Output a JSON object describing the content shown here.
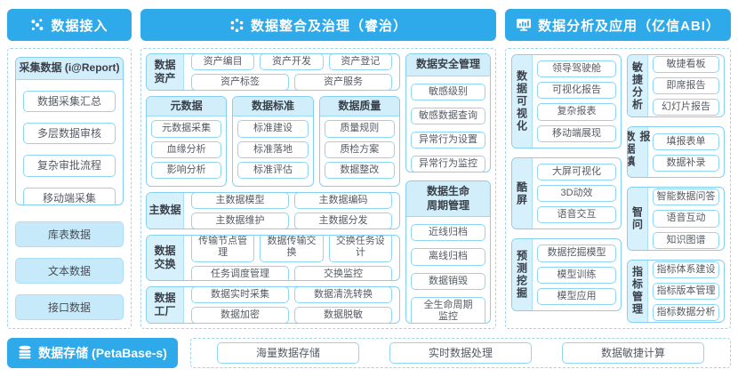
{
  "colors": {
    "accent": "#2EA9E9",
    "panel_border": "#84CFF3",
    "panel_fill": "#D2EEFB",
    "chip_border": "#8FD6F5",
    "fill_button_bg": "#C7EAFA",
    "dashed_border": "#9FD4EC",
    "text": "#4A5058"
  },
  "access": {
    "title": "数据接入",
    "icon": "network-dots-icon",
    "panel": {
      "title": "采集数据 (i@Report)",
      "items": [
        "数据采集汇总",
        "多层数据审核",
        "复杂审批流程",
        "移动端采集"
      ]
    },
    "source_buttons": [
      "库表数据",
      "文本数据",
      "接口数据"
    ]
  },
  "governance": {
    "title": "数据整合及治理（睿治）",
    "icon": "dots-cluster-icon",
    "rows": [
      {
        "label": "数据\n资产",
        "items": [
          "资产编目",
          "资产开发",
          "资产登记",
          "资产标签",
          "资产服务"
        ]
      },
      {
        "label": "主数据",
        "items": [
          "主数据模型",
          "主数据编码",
          "主数据维护",
          "主数据分发"
        ]
      },
      {
        "label": "数据\n交换",
        "items": [
          "传输节点管理",
          "数据传输交换",
          "交换任务设计",
          "任务调度管理",
          "交换监控"
        ]
      },
      {
        "label": "数据\n工厂",
        "items": [
          "数据实时采集",
          "数据清洗转换",
          "数据加密",
          "数据脱敏"
        ]
      }
    ],
    "panels": [
      {
        "title": "元数据",
        "items": [
          "元数据采集",
          "血缘分析",
          "影响分析"
        ]
      },
      {
        "title": "数据标准",
        "items": [
          "标准建设",
          "标准落地",
          "标准评估"
        ]
      },
      {
        "title": "数据质量",
        "items": [
          "质量规则",
          "质检方案",
          "数据整改"
        ]
      }
    ],
    "security": {
      "title": "数据安全管理",
      "items": [
        "敏感级别",
        "敏感数据查询",
        "异常行为设置",
        "异常行为监控"
      ]
    },
    "lifecycle": {
      "title": "数据生命\n周期管理",
      "items": [
        "近线归档",
        "离线归档",
        "数据销毁",
        "全生命周期\n监控"
      ]
    }
  },
  "analysis": {
    "title": "数据分析及应用（亿信ABI）",
    "icon": "monitor-chart-icon",
    "left_groups": [
      {
        "label": "数据可视化",
        "items": [
          "领导驾驶舱",
          "可视化报告",
          "复杂报表",
          "移动端展现"
        ]
      },
      {
        "label": "酷屏",
        "items": [
          "大屏可视化",
          "3D动效",
          "语音交互"
        ]
      },
      {
        "label": "预测挖掘",
        "items": [
          "数据挖掘模型",
          "模型训练",
          "模型应用"
        ]
      }
    ],
    "right_groups": [
      {
        "label": "敏捷分析",
        "items": [
          "敏捷看板",
          "即席报告",
          "幻灯片报告"
        ]
      },
      {
        "label": "数据填报",
        "items": [
          "填报表单",
          "数据补录"
        ]
      },
      {
        "label": "智问",
        "items": [
          "智能数据问答",
          "语音互动",
          "知识图谱"
        ]
      },
      {
        "label": "指标管理",
        "items": [
          "指标体系建设",
          "指标版本管理",
          "指标数据分析"
        ]
      }
    ]
  },
  "storage": {
    "title": "数据存储 (PetaBase-s)",
    "icon": "database-icon",
    "items": [
      "海量数据存储",
      "实时数据处理",
      "数据敏捷计算"
    ]
  }
}
